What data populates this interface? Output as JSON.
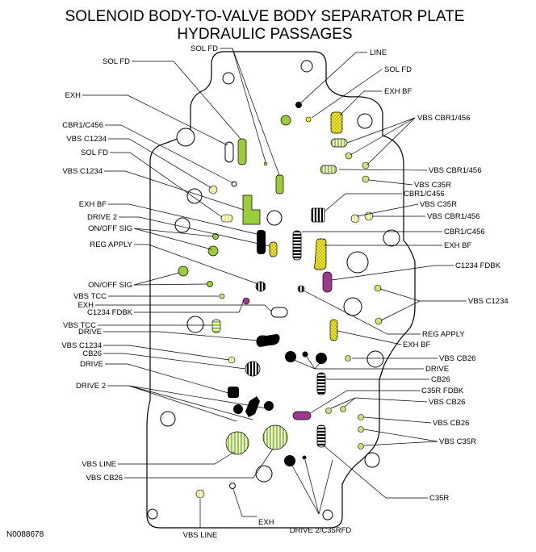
{
  "title": {
    "line1": "SOLENOID BODY-TO-VALVE BODY SEPARATOR PLATE",
    "line2": "HYDRAULIC PASSAGES"
  },
  "figure_id": "N0088678",
  "colors": {
    "green": "#9ccc3c",
    "yellow": "#f2ea2a",
    "magenta": "#9b3a8e",
    "black": "#000000"
  },
  "labels": {
    "sol_fd_top": "SOL FD",
    "line": "LINE",
    "sol_fd_right": "SOL FD",
    "sol_fd_left": "SOL FD",
    "exh_left": "EXH",
    "exh_bf_right": "EXH BF",
    "vbs_cbr_1": "VBS CBR1/456",
    "cbr1_c456_left": "CBR1/C456",
    "vbs_c1234_a": "VBS C1234",
    "sol_fd_mid": "SOL FD",
    "vbs_c1234_b": "VBS C1234",
    "vbs_cbr_2": "VBS CBR1/456",
    "vbs_c35r_a": "VBS C35R",
    "cbr1_c456_mid": "CBR1/C456",
    "exh_bf_left": "EXH BF",
    "vbs_c35r_b": "VBS C35R",
    "drive2_a": "DRIVE 2",
    "vbs_cbr_3": "VBS CBR1/456",
    "onoff_a": "ON/OFF SIG",
    "cbr1_c456_right": "CBR1/C456",
    "reg_apply_a": "REG APPLY",
    "exh_bf_mid": "EXH BF",
    "c1234_fdbk_right": "C1234 FDBK",
    "onoff_b": "ON/OFF SIG",
    "vbs_tcc_a": "VBS TCC",
    "vbs_c1234_right": "VBS C1234",
    "exh_mid": "EXH",
    "c1234_fdbk_left": "C1234 FDBK",
    "vbs_tcc_b": "VBS TCC",
    "reg_apply_b": "REG APPLY",
    "drive_a": "DRIVE",
    "exh_bf_low": "EXH BF",
    "vbs_c1234_c": "VBS C1234",
    "cb26_left": "CB26",
    "vbs_cb26_a": "VBS CB26",
    "drive_b": "DRIVE",
    "drive_right": "DRIVE",
    "cb26_right": "CB26",
    "drive2_b": "DRIVE 2",
    "c35r_fdbk": "C35R FDBK",
    "vbs_cb26_b": "VBS CB26",
    "vbs_cb26_c": "VBS CB26",
    "vbs_c35r_c": "VBS C35R",
    "vbs_line_a": "VBS LINE",
    "vbs_cb26_d": "VBS CB26",
    "c35r": "C35R",
    "exh_bottom": "EXH",
    "drive2_c35rfd": "DRIVE 2/C35RFD",
    "vbs_line_b": "VBS LINE"
  }
}
